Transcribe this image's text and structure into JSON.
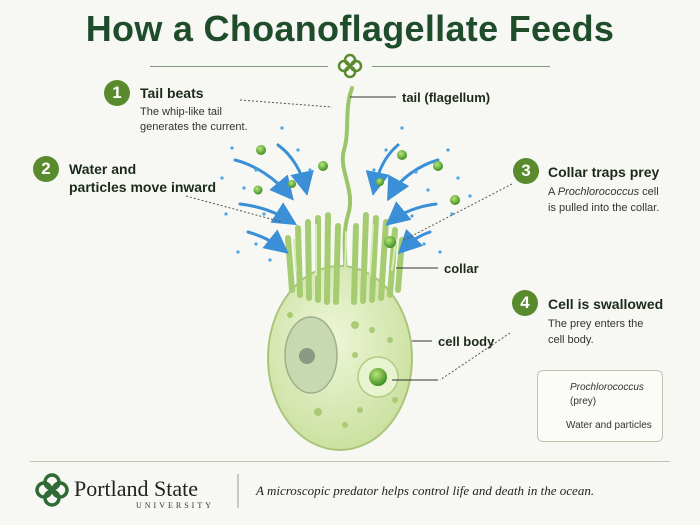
{
  "title": "How a Choanoflagellate Feeds",
  "steps": [
    {
      "num": "1",
      "title": "Tail beats",
      "desc_line1": "The whip-like tail",
      "desc_line2": "generates the current."
    },
    {
      "num": "2",
      "title_line1": "Water and",
      "title_line2": "particles move inward"
    },
    {
      "num": "3",
      "title": "Collar traps prey",
      "desc_line1_pre": "A ",
      "desc_line1_em": "Prochlorococcus",
      "desc_line1_post": " cell",
      "desc_line2": "is pulled into the collar."
    },
    {
      "num": "4",
      "title": "Cell is swallowed",
      "desc_line1": "The prey enters the",
      "desc_line2": "cell body."
    }
  ],
  "labels": {
    "tail": "tail (flagellum)",
    "collar": "collar",
    "cell_body": "cell body"
  },
  "legend": {
    "prey_line1": "Prochlorococcus",
    "prey_line2": "(prey)",
    "water": "Water and particles"
  },
  "footer": {
    "brand": "Portland State",
    "brand_sub": "UNIVERSITY",
    "tagline": "A microscopic predator helps control life and death in the ocean."
  },
  "colors": {
    "accent": "#5a8a2e",
    "title": "#1f4d2b",
    "arrow": "#3a8fd6",
    "prey": "#6dbb3a",
    "cell": "#dfeec0"
  }
}
